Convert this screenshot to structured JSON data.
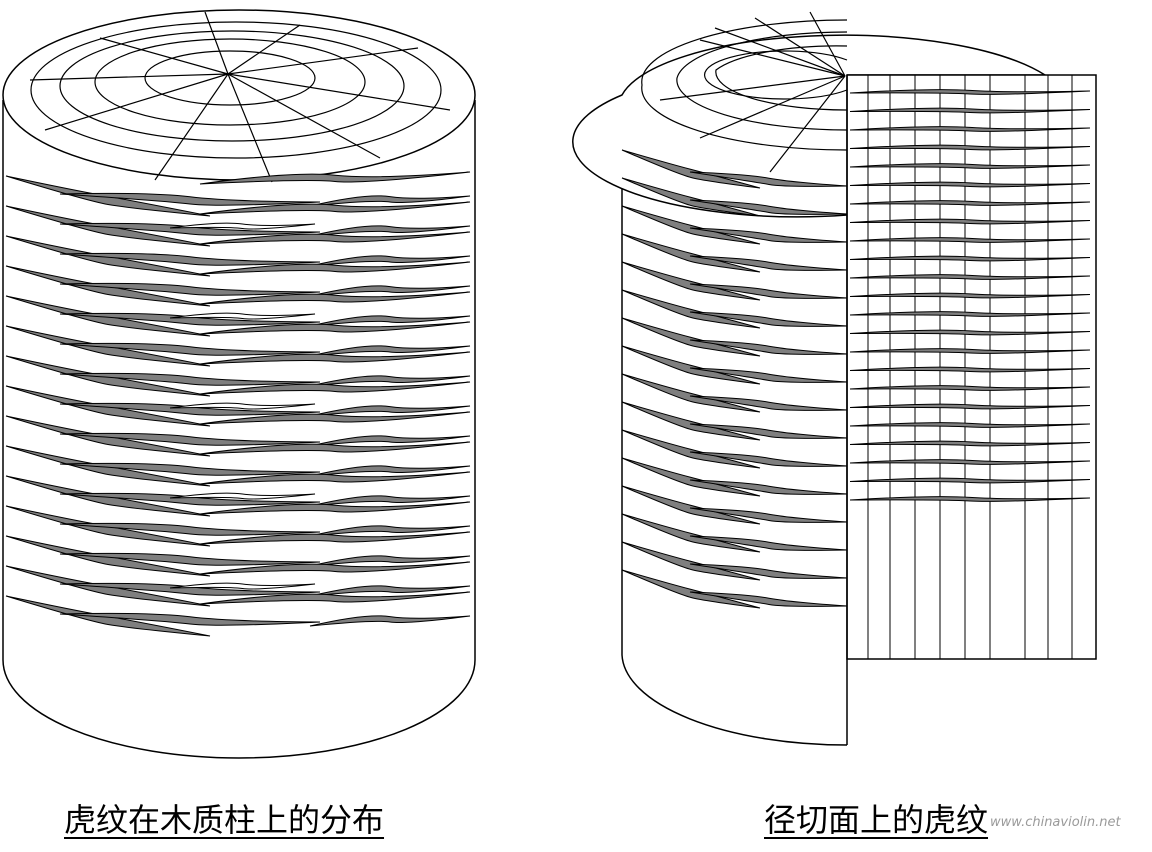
{
  "captions": {
    "left": "虎纹在木质柱上的分布",
    "right": "径切面上的虎纹"
  },
  "watermark": "www.chinaviolin.net",
  "colors": {
    "stroke": "#000000",
    "figure_fill": "#7f7f7f",
    "background": "#ffffff"
  }
}
